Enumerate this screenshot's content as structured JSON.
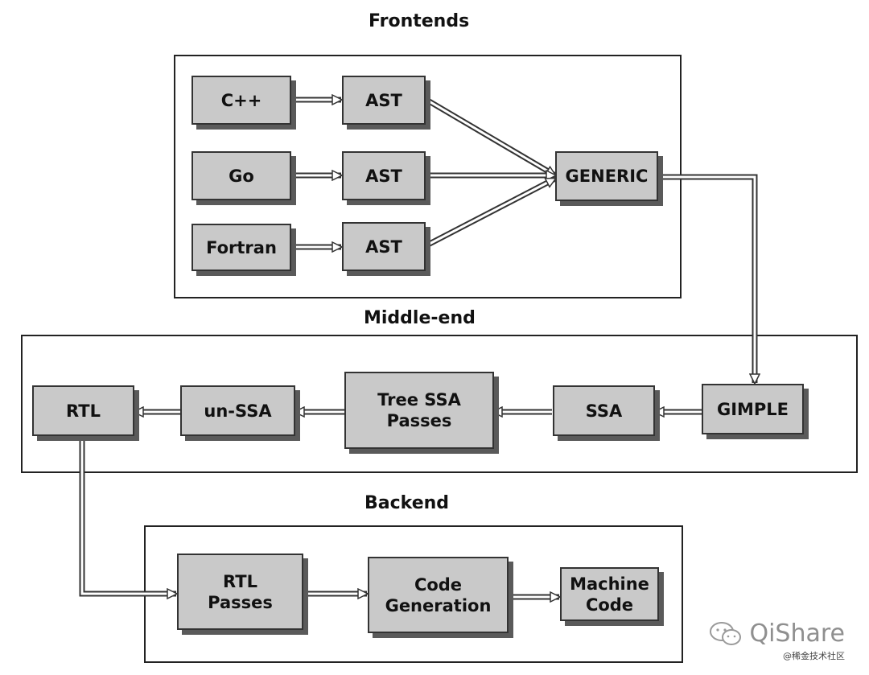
{
  "sections": {
    "frontends": "Frontends",
    "middle_end": "Middle-end",
    "backend": "Backend"
  },
  "nodes": {
    "cpp": "C++",
    "go": "Go",
    "fortran": "Fortran",
    "ast_1": "AST",
    "ast_2": "AST",
    "ast_3": "AST",
    "generic": "GENERIC",
    "gimple": "GIMPLE",
    "ssa": "SSA",
    "tree_ssa_line1": "Tree SSA",
    "tree_ssa_line2": "Passes",
    "un_ssa": "un-SSA",
    "rtl": "RTL",
    "rtl_passes_line1": "RTL",
    "rtl_passes_line2": "Passes",
    "code_gen_line1": "Code",
    "code_gen_line2": "Generation",
    "machine_code_line1": "Machine",
    "machine_code_line2": "Code"
  },
  "watermark": {
    "name": "QiShare",
    "sub": "@稀金技术社区",
    "icon": "wechat-icon"
  }
}
